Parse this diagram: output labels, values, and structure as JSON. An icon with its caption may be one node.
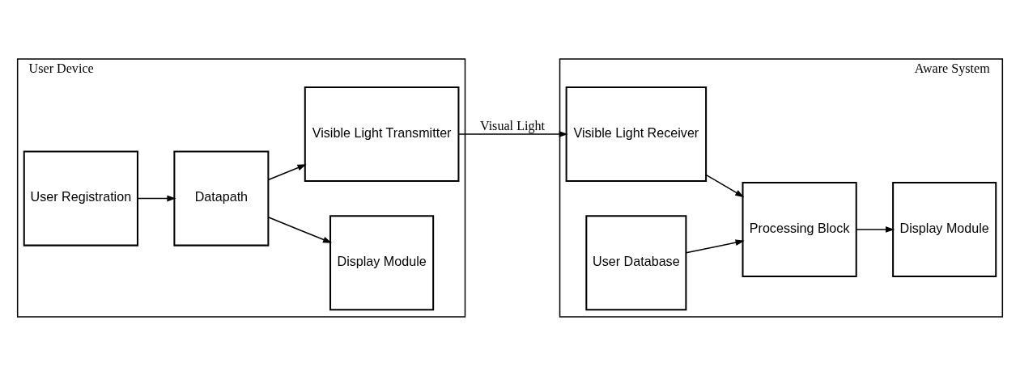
{
  "diagram": {
    "nodes": [
      {
        "text": [
          "User Device"
        ]
      },
      {
        "text": [
          "User Registration"
        ],
        "in": 0
      },
      {
        "text": [
          "Datapath"
        ],
        "in": 0
      },
      {
        "text": [
          "Display Module"
        ],
        "in": 0
      },
      {
        "text": [
          "Visible Light Transmitter"
        ],
        "in": 0
      },
      {
        "text": [
          "Aware System"
        ]
      },
      {
        "text": [
          "Display Module"
        ],
        "in": 5
      },
      {
        "text": [
          "Visible Light Receiver"
        ],
        "in": 5
      },
      {
        "text": [
          "Processing Block"
        ],
        "in": 5
      },
      {
        "text": [
          "User Database"
        ],
        "in": 5
      }
    ],
    "edges": [
      {
        "from": 1,
        "to": 2,
        "arrow": "to"
      },
      {
        "from": 2,
        "to": 3,
        "arrow": "to"
      },
      {
        "from": 2,
        "to": 4,
        "arrow": "to"
      },
      {
        "from": 4,
        "to": 7,
        "arrow": "to",
        "label": "Visual Light"
      },
      {
        "from": 7,
        "to": 8,
        "arrow": "to"
      },
      {
        "from": 9,
        "to": 8,
        "arrow": "to"
      },
      {
        "from": 8,
        "to": 6,
        "arrow": "to"
      }
    ]
  }
}
